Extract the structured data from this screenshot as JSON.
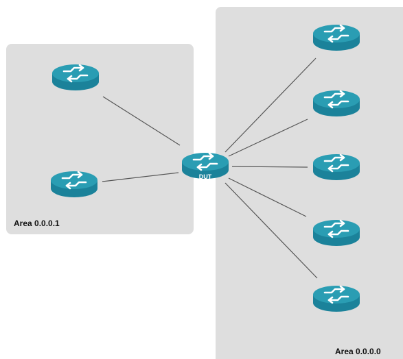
{
  "areas": [
    {
      "id": "area-0.0.0.1",
      "label": "Area 0.0.0.1"
    },
    {
      "id": "area-0.0.0.0",
      "label": "Area 0.0.0.0"
    }
  ],
  "routers": [
    {
      "id": "r-area1-top",
      "area": "area-0.0.0.1",
      "label": ""
    },
    {
      "id": "r-area1-bottom",
      "area": "area-0.0.0.1",
      "label": ""
    },
    {
      "id": "dut",
      "area": "",
      "label": "DUT"
    },
    {
      "id": "r-area0-1",
      "area": "area-0.0.0.0",
      "label": ""
    },
    {
      "id": "r-area0-2",
      "area": "area-0.0.0.0",
      "label": ""
    },
    {
      "id": "r-area0-3",
      "area": "area-0.0.0.0",
      "label": ""
    },
    {
      "id": "r-area0-4",
      "area": "area-0.0.0.0",
      "label": ""
    },
    {
      "id": "r-area0-5",
      "area": "area-0.0.0.0",
      "label": ""
    }
  ],
  "links": [
    {
      "from": "dut",
      "to": "r-area1-top"
    },
    {
      "from": "dut",
      "to": "r-area1-bottom"
    },
    {
      "from": "dut",
      "to": "r-area0-1"
    },
    {
      "from": "dut",
      "to": "r-area0-2"
    },
    {
      "from": "dut",
      "to": "r-area0-3"
    },
    {
      "from": "dut",
      "to": "r-area0-4"
    },
    {
      "from": "dut",
      "to": "r-area0-5"
    }
  ],
  "colors": {
    "area_fill": "#dedede",
    "router_top": "#2a9db3",
    "router_body": "#1b829a",
    "router_glyph": "#ffffff",
    "link": "#555555"
  },
  "icon": "router-icon"
}
